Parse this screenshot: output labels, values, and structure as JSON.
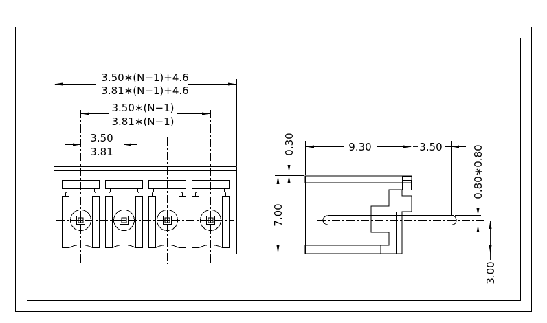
{
  "drawing": {
    "front_view": {
      "overall_width_350": "3.50∗(N−1)+4.6",
      "overall_width_381": "3.81∗(N−1)+4.6",
      "pitch_span_350": "3.50∗(N−1)",
      "pitch_span_381": "3.81∗(N−1)",
      "pitch_350": "3.50",
      "pitch_381": "3.81",
      "pole_count_shown": 4
    },
    "side_view": {
      "housing_depth": "9.30",
      "pin_extension": "3.50",
      "latch_height": "0.30",
      "housing_height": "7.00",
      "pin_section": "0.80∗0.80",
      "pin_offset": "3.00"
    }
  }
}
